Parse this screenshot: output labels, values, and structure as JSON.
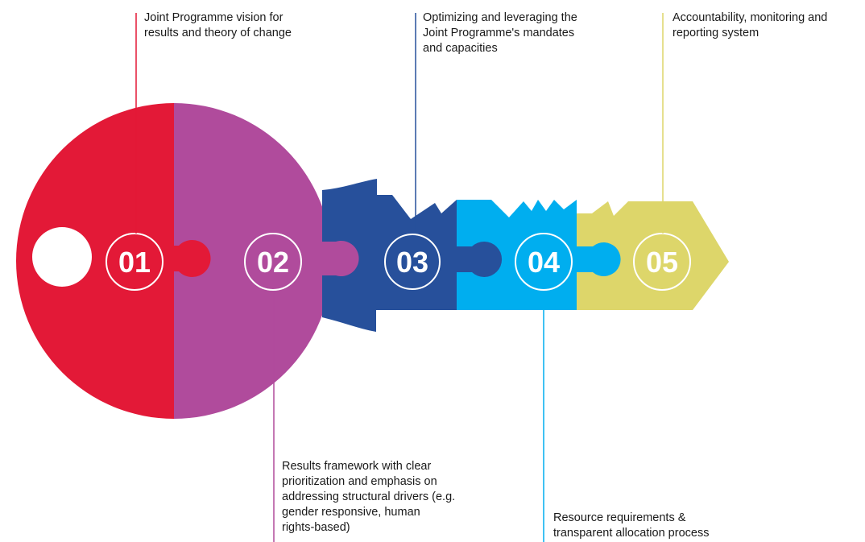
{
  "colors": {
    "step1": "#e31937",
    "step2": "#b04b9c",
    "step3": "#27509b",
    "step4": "#00aeef",
    "step5": "#ddd66a"
  },
  "steps": [
    {
      "number": "01",
      "lines": [
        "Joint Programme vision for",
        "results and theory of change"
      ]
    },
    {
      "number": "02",
      "lines": [
        "Results framework with clear",
        "prioritization and emphasis on",
        "addressing structural drivers (e.g.",
        "gender responsive, human",
        "rights-based)"
      ]
    },
    {
      "number": "03",
      "lines": [
        "Optimizing and leveraging the",
        "Joint Programme's mandates",
        "and capacities"
      ]
    },
    {
      "number": "04",
      "lines": [
        "Resource requirements &",
        "transparent allocation process"
      ]
    },
    {
      "number": "05",
      "lines": [
        "Accountability, monitoring and",
        "reporting system"
      ]
    }
  ]
}
